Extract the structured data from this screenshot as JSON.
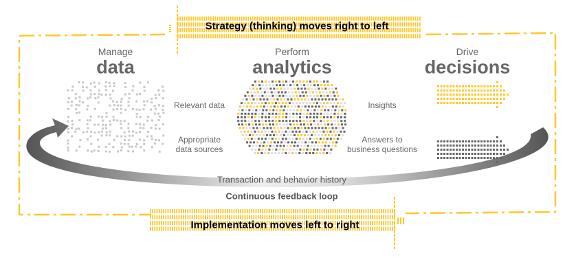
{
  "banners": {
    "strategy": "Strategy (thinking) moves right to left",
    "implementation": "Implementation moves left to right"
  },
  "stages": [
    {
      "small": "Manage",
      "big": "data"
    },
    {
      "small": "Perform",
      "big": "analytics"
    },
    {
      "small": "Drive",
      "big": "decisions"
    }
  ],
  "flows": {
    "relevant_data": "Relevant data",
    "appropriate_1": "Appropriate",
    "appropriate_2": "data sources",
    "insights": "Insights",
    "answers_1": "Answers to",
    "answers_2": "business questions"
  },
  "loop": {
    "history": "Transaction and behavior history",
    "feedback": "Continuous feedback loop"
  },
  "colors": {
    "yellow": "#FFC72C",
    "gray": "#666666",
    "light_gray": "#C8C8C8"
  }
}
